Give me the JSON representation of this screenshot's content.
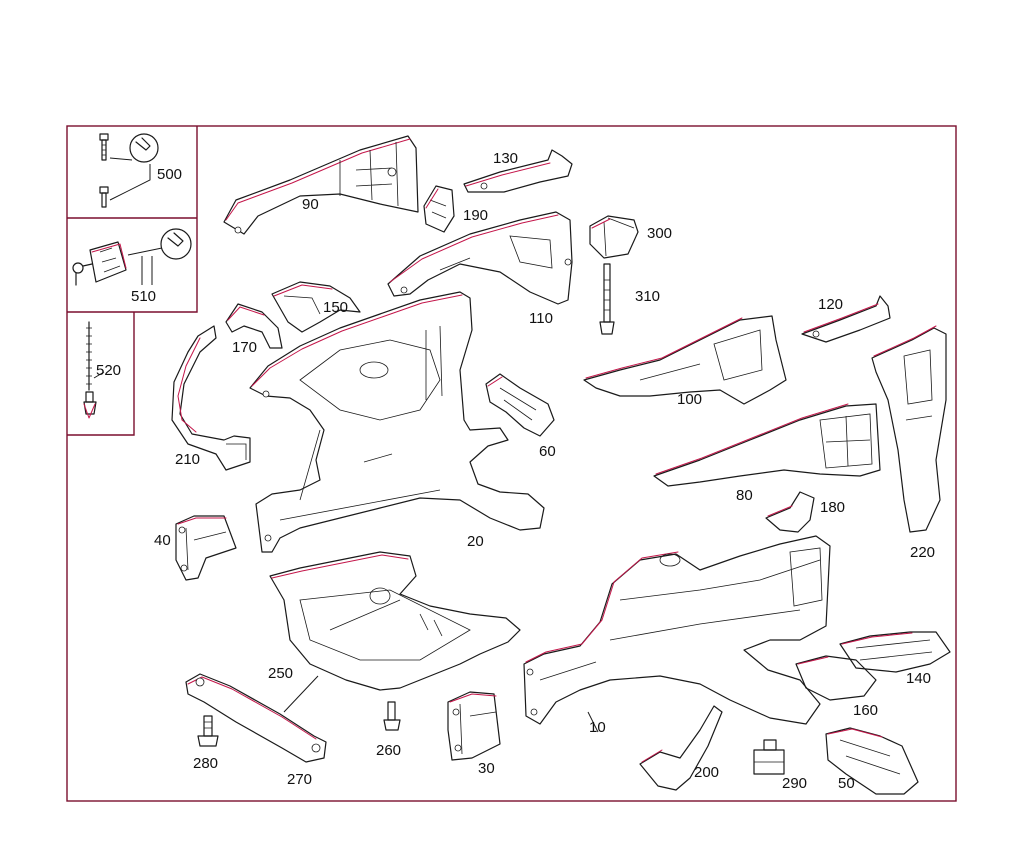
{
  "callouts": {
    "p10": "10",
    "p20": "20",
    "p30": "30",
    "p40": "40",
    "p50": "50",
    "p60": "60",
    "p80": "80",
    "p90": "90",
    "p100": "100",
    "p110": "110",
    "p120": "120",
    "p130": "130",
    "p140": "140",
    "p150": "150",
    "p160": "160",
    "p170": "170",
    "p180": "180",
    "p190": "190",
    "p200": "200",
    "p210": "210",
    "p220": "220",
    "p250": "250",
    "p260": "260",
    "p270": "270",
    "p280": "280",
    "p290": "290",
    "p300": "300",
    "p310": "310",
    "p500": "500",
    "p510": "510",
    "p520": "520"
  },
  "icons": [
    "bolt-icon",
    "wrench-icon",
    "rivet-icon",
    "blind-rivet-tool-icon"
  ],
  "colors": {
    "frame": "#7a0f2e",
    "accent": "#c4164a",
    "line": "#1a1a1a"
  }
}
